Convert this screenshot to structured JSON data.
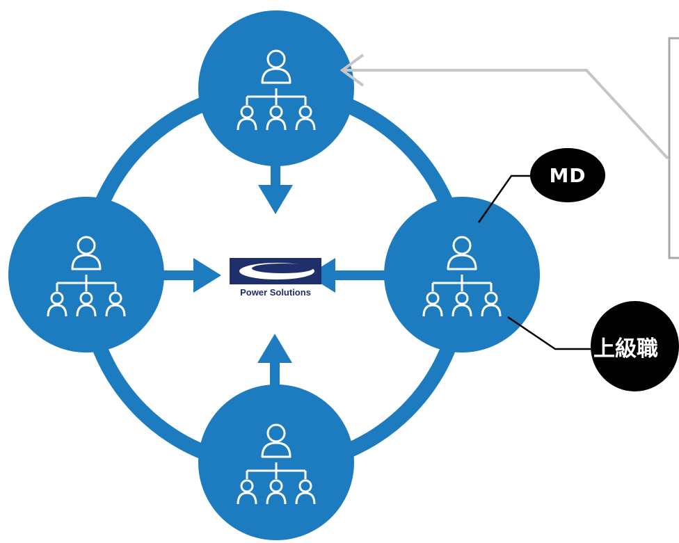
{
  "diagram": {
    "colors": {
      "blue": "#1d7bc0",
      "arrow_gray": "#c6c6c6",
      "callout_border": "#a8a8a8",
      "badge_bg": "#000000",
      "logo_navy": "#1f2f6b"
    },
    "nodes": [
      {
        "id": "top",
        "icon": "org-hierarchy-icon"
      },
      {
        "id": "left",
        "icon": "org-hierarchy-icon"
      },
      {
        "id": "right",
        "icon": "org-hierarchy-icon"
      },
      {
        "id": "bottom",
        "icon": "org-hierarchy-icon"
      }
    ],
    "logo": {
      "text": "Power Solutions",
      "icon": "oval-swoosh-logo"
    },
    "labels": {
      "md": "MD",
      "senior": "上級職"
    },
    "icons": [
      "person-icon",
      "arrow-icon",
      "connector-line"
    ]
  }
}
